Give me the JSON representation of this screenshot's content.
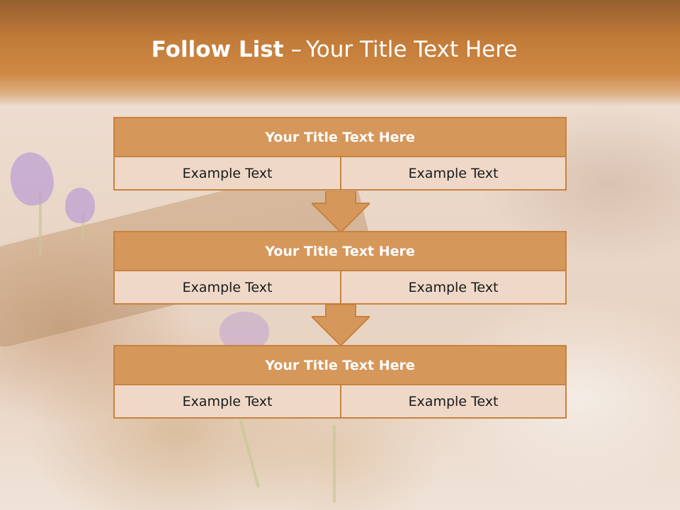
{
  "title": {
    "bold": "Follow List",
    "separator": "–",
    "rest": "Your Title Text Here"
  },
  "steps": [
    {
      "header": "Your Title Text Here",
      "left": "Example Text",
      "right": "Example Text"
    },
    {
      "header": "Your Title Text Here",
      "left": "Example Text",
      "right": "Example Text"
    },
    {
      "header": "Your Title Text Here",
      "left": "Example Text",
      "right": "Example Text"
    }
  ],
  "colors": {
    "header_band": "#cf8a45",
    "box_header": "#d6975b",
    "box_border": "#c8823e",
    "cell_fill": "#efd8c8",
    "arrow_fill": "#d6975b"
  },
  "icons": [
    "down-arrow-icon",
    "down-arrow-icon"
  ]
}
